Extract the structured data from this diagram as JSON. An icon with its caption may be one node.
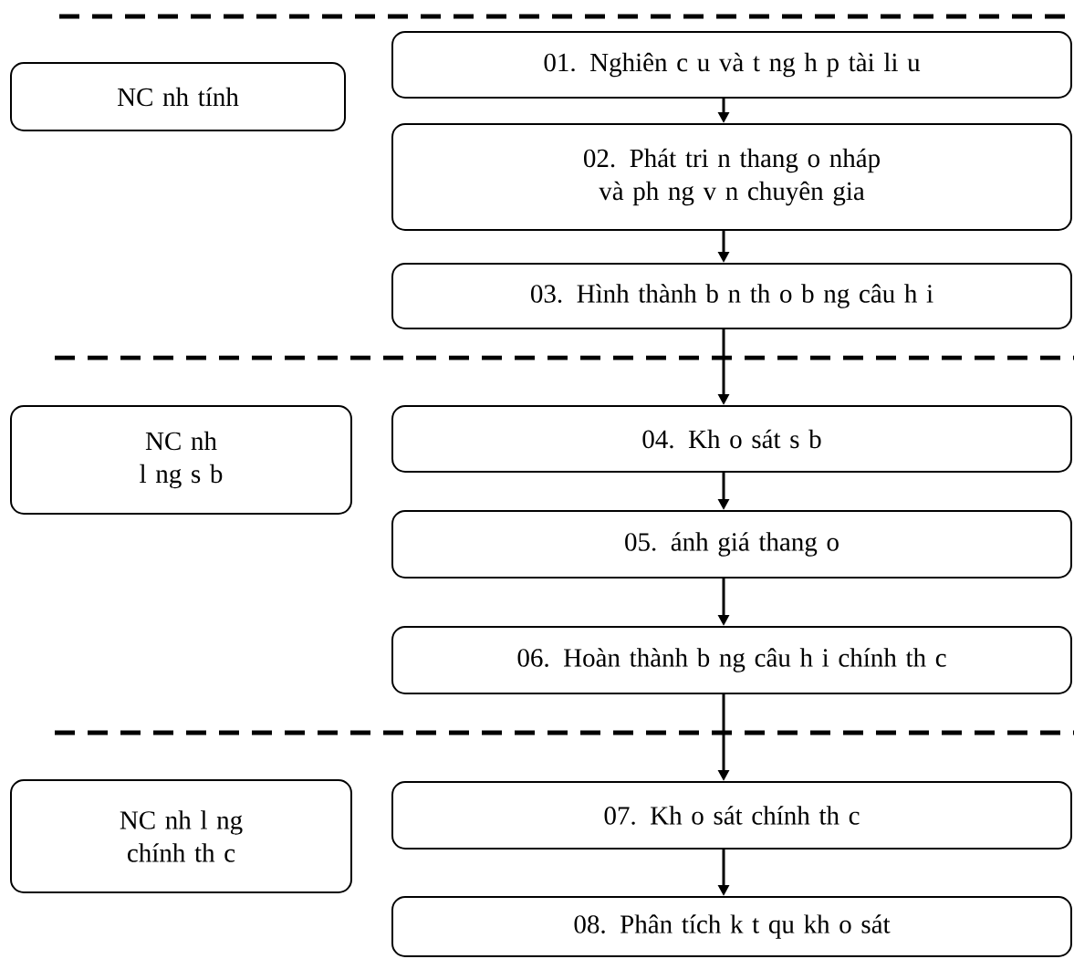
{
  "diagram": {
    "nodes": [
      {
        "text": [
          "NC nh tính"
        ]
      },
      {
        "text": [
          "01. Nghiên c u và t ng h p tài li u"
        ]
      },
      {
        "text": [
          "02. Phát tri n thang o nháp và ph ng v n chuyên gia"
        ]
      },
      {
        "text": [
          "03. Hình thành b n th o b ng câu h i"
        ]
      },
      {
        "text": [
          "NC nh l ng s b"
        ]
      },
      {
        "text": [
          "04. Kh o sát s b"
        ]
      },
      {
        "text": [
          "05. ánh giá thang o"
        ]
      },
      {
        "text": [
          "06. Hoàn thành b ng câu h i chính th c"
        ]
      },
      {
        "text": [
          "NC nh l ng chính th c"
        ]
      },
      {
        "text": [
          "07. Kh o sát chính th c"
        ]
      },
      {
        "text": [
          "08. Phân tích k t qu kh o sát"
        ]
      }
    ],
    "edges": [
      {
        "from": 1,
        "to": 2,
        "arrow": "to"
      },
      {
        "from": 2,
        "to": 3,
        "arrow": "to"
      },
      {
        "from": 3,
        "to": 5,
        "arrow": "to"
      },
      {
        "from": 5,
        "to": 6,
        "arrow": "to"
      },
      {
        "from": 6,
        "to": 7,
        "arrow": "to"
      },
      {
        "from": 7,
        "to": 9,
        "arrow": "to"
      },
      {
        "from": 9,
        "to": 10,
        "arrow": "to"
      }
    ]
  }
}
